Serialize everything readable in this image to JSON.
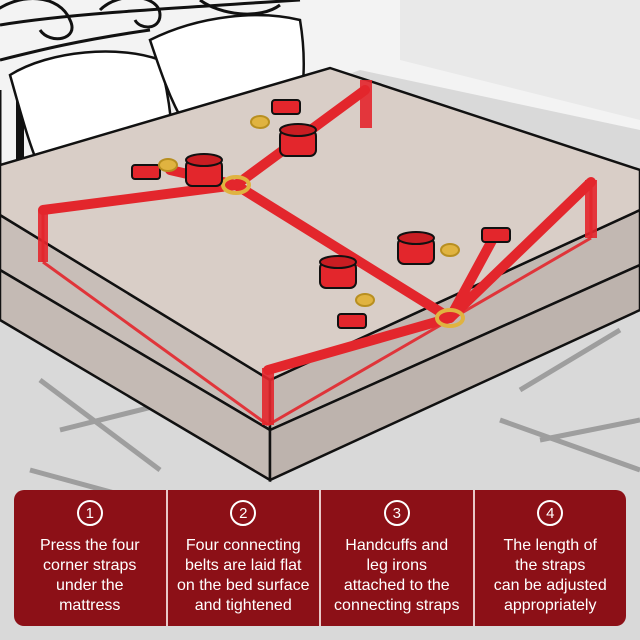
{
  "steps": [
    {
      "number": "1",
      "text_lines": [
        "Press the four",
        "corner straps",
        "under the",
        "mattress"
      ]
    },
    {
      "number": "2",
      "text_lines": [
        "Four connecting",
        "belts are laid flat",
        "on the bed surface",
        "and tightened"
      ]
    },
    {
      "number": "3",
      "text_lines": [
        "Handcuffs and",
        "leg irons",
        "attached to the",
        "connecting straps"
      ]
    },
    {
      "number": "4",
      "text_lines": [
        "The length of",
        "the straps",
        "can be adjusted",
        "appropriately"
      ]
    }
  ],
  "colors": {
    "panel": "#8c1017",
    "strap": "#e3262c",
    "mattress_top": "#d8cdc6",
    "mattress_side": "#c6bcb6",
    "hardware": "#e0b340",
    "wall": "#efefef",
    "floor": "#dcdcdc"
  }
}
